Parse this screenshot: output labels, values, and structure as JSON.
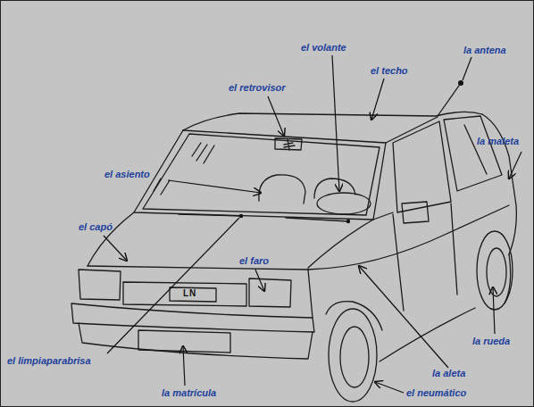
{
  "diagram": {
    "labels": [
      "el volante",
      "la antena",
      "el techo",
      "el retrovisor",
      "la maleta",
      "el asiento",
      "el capó",
      "el faro",
      "la rueda",
      "el limpiaparabrisa",
      "la aleta",
      "la matrícula",
      "el neumático",
      "LN"
    ]
  }
}
